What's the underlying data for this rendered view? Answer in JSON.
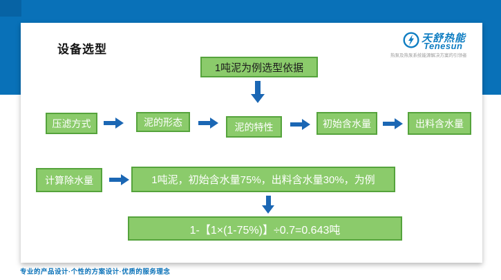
{
  "slide": {
    "title": "设备选型",
    "footer": "专业的产品设计·个性的方案设计·优质的服务理念"
  },
  "logo": {
    "brand_cn": "天舒热能",
    "brand_en": "Tenesun",
    "tagline": "热泵及热泵系统能源解决方案的引领者",
    "icon": "tenesun-circle-bolt-icon"
  },
  "flowchart": {
    "top_box": "1吨泥为例选型依据",
    "row1": [
      "压滤方式",
      "泥的形态",
      "泥的特性",
      "初始含水量",
      "出料含水量"
    ],
    "row2_label": "计算除水量",
    "row2_example": "1吨泥，初始含水量75%，出料含水量30%，为例",
    "formula": "1-【1×(1-75%)】÷0.7=0.643吨"
  },
  "colors": {
    "band_blue": "#0971b8",
    "band_corner_blue": "#0763a4",
    "box_green_fill": "#8bcb6b",
    "box_green_border": "#55a33c",
    "arrow_blue": "#1b67b4",
    "brand_blue": "#0e7dc2",
    "footer_blue": "#0971b8"
  }
}
